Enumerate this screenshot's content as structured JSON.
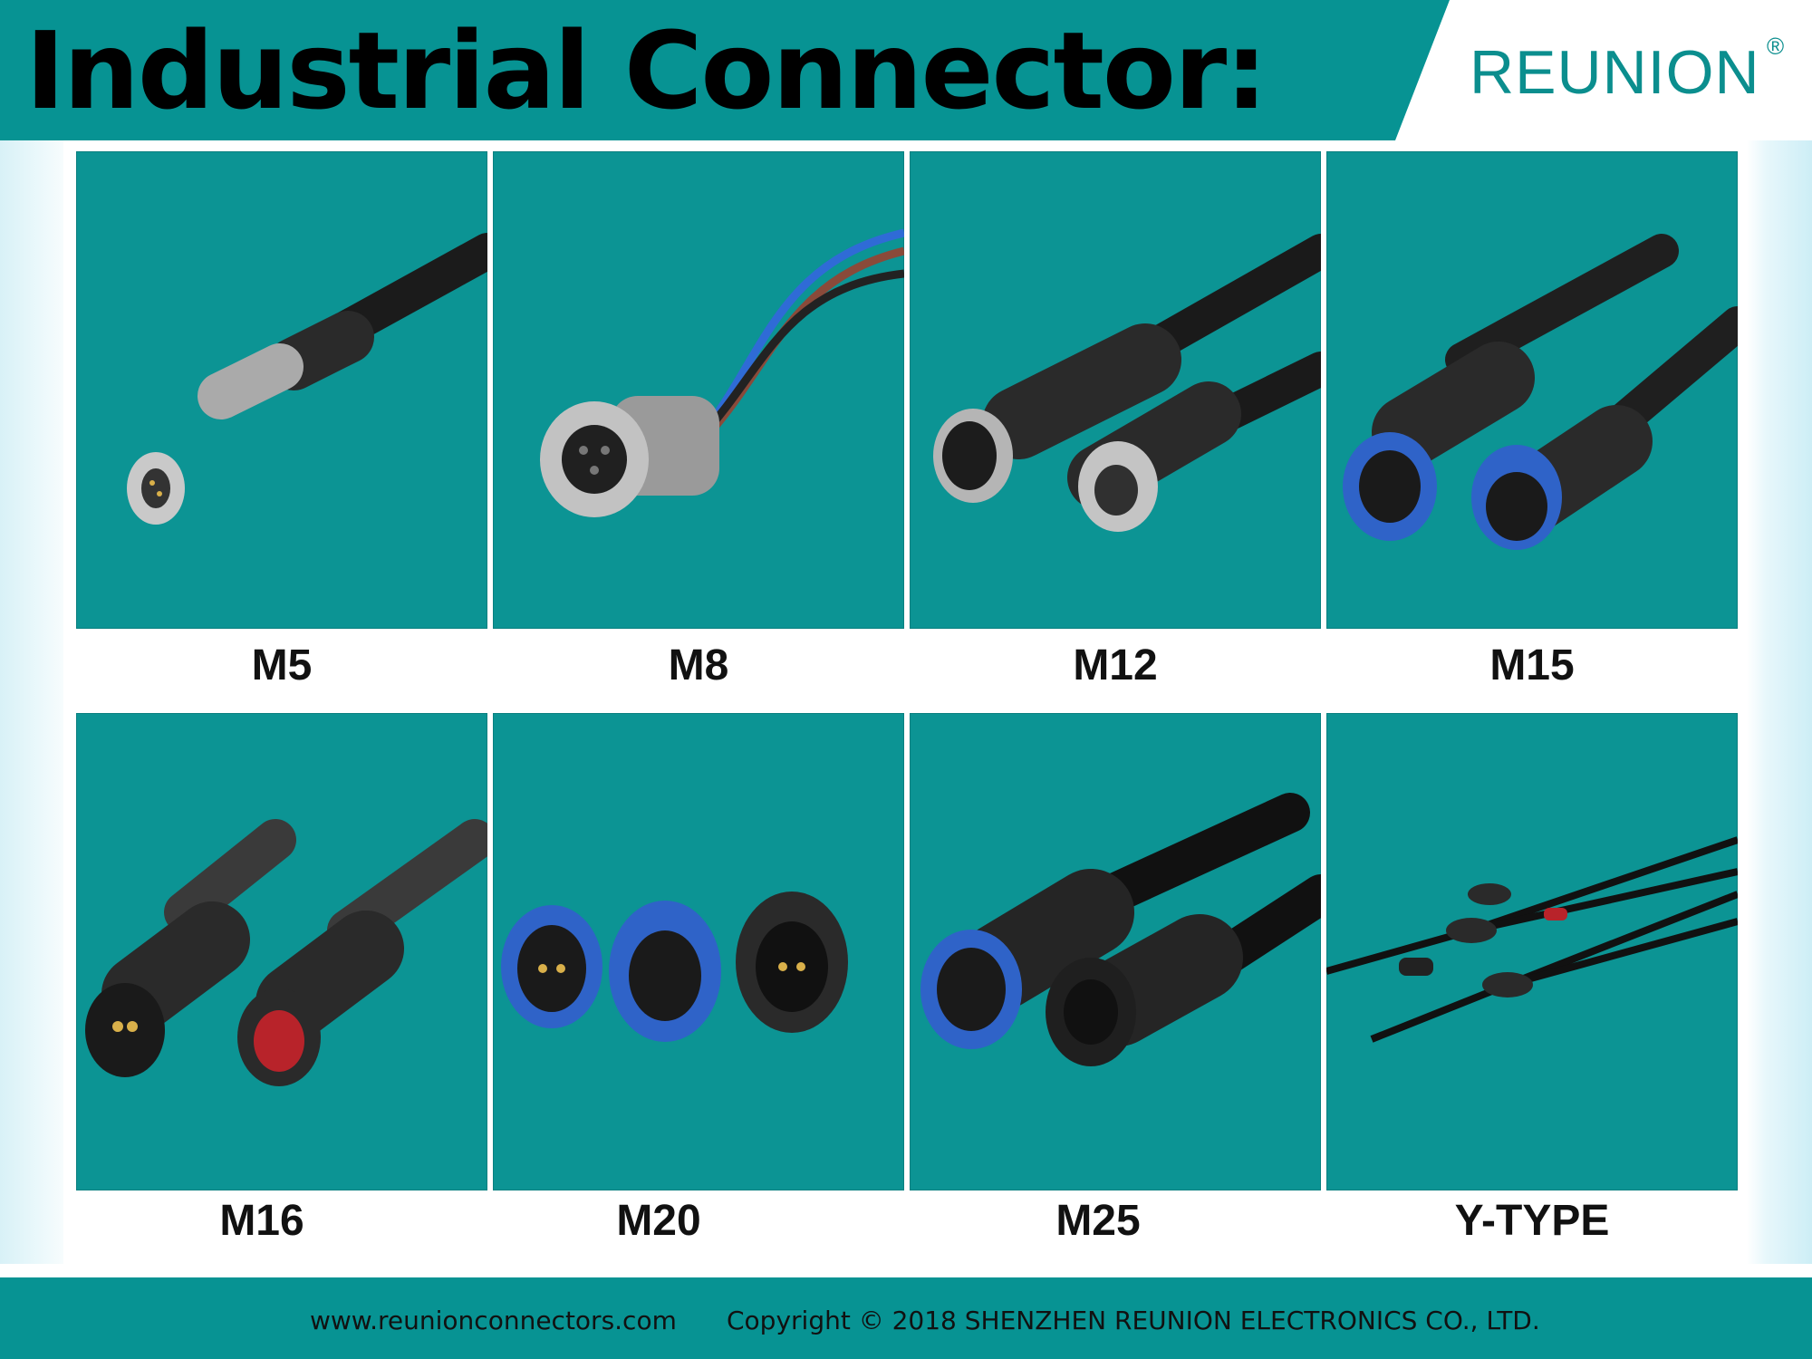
{
  "header": {
    "title": "Industrial Connector:",
    "brand": "REUNION",
    "brand_mark": "®"
  },
  "products": [
    {
      "label": "M5",
      "image": "m5-connector-photo"
    },
    {
      "label": "M8",
      "image": "m8-connector-photo"
    },
    {
      "label": "M12",
      "image": "m12-connector-photo"
    },
    {
      "label": "M15",
      "image": "m15-connector-photo"
    },
    {
      "label": "M16",
      "image": "m16-connector-photo"
    },
    {
      "label": "M20",
      "image": "m20-connector-photo"
    },
    {
      "label": "M25",
      "image": "m25-connector-photo"
    },
    {
      "label": "Y-TYPE",
      "image": "y-type-connector-photo"
    }
  ],
  "footer": {
    "url": "www.reunionconnectors.com",
    "copyright": "Copyright © 2018 SHENZHEN REUNION ELECTRONICS CO., LTD."
  },
  "colors": {
    "teal": "#079393",
    "tile": "#0c9494",
    "brand": "#0b8e8e"
  }
}
